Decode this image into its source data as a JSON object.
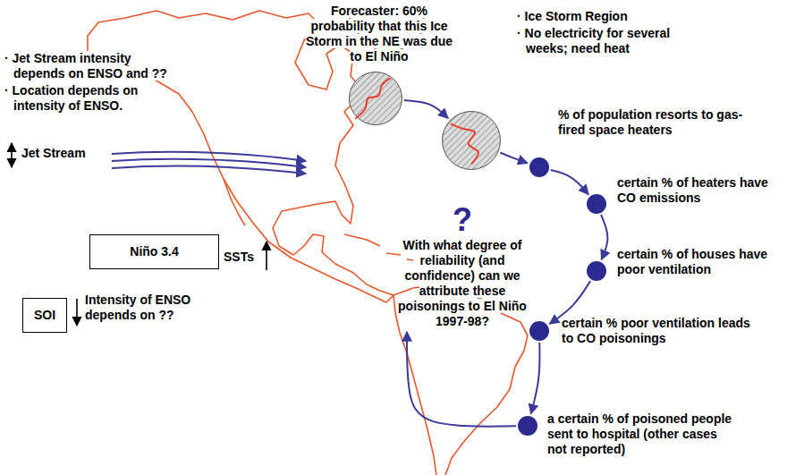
{
  "diagram": {
    "nodes": [
      {
        "text": [
          "Forecaster: 60% probability that this Ice Storm in the NE was due to El Niño"
        ]
      },
      {
        "text": [
          "· Ice Storm Region",
          "· No electricity for several weeks; need heat"
        ]
      },
      {
        "text": [
          "% of population resorts to gas-fired space heaters"
        ]
      },
      {
        "text": [
          "certain % of heaters have CO emissions"
        ]
      },
      {
        "text": [
          "certain % of houses have poor ventilation"
        ]
      },
      {
        "text": [
          "certain % poor ventilation leads to CO poisonings"
        ]
      },
      {
        "text": [
          "a certain % of poisoned people sent to hospital (other cases not reported)"
        ]
      },
      {
        "text": [
          "?",
          "With what degree of reliability (and confidence) can we attribute these poisonings to El Niño 1997-98?"
        ]
      },
      {
        "text": [
          "Niño 3.4"
        ]
      },
      {
        "text": [
          "SOI"
        ]
      }
    ],
    "edges": [
      {
        "from": 0,
        "to": 1,
        "arrow": "to"
      },
      {
        "from": 1,
        "to": 2,
        "arrow": "to"
      },
      {
        "from": 2,
        "to": 3,
        "arrow": "to"
      },
      {
        "from": 3,
        "to": 4,
        "arrow": "to"
      },
      {
        "from": 4,
        "to": 5,
        "arrow": "to"
      },
      {
        "from": 5,
        "to": 6,
        "arrow": "to"
      },
      {
        "from": 6,
        "to": 7,
        "arrow": "to"
      }
    ],
    "labels": [
      "· Jet Stream intensity depends on ENSO and ??",
      "· Location depends on intensity of ENSO.",
      "Jet Stream",
      "SSTs",
      "Intensity of ENSO depends on ??"
    ]
  }
}
